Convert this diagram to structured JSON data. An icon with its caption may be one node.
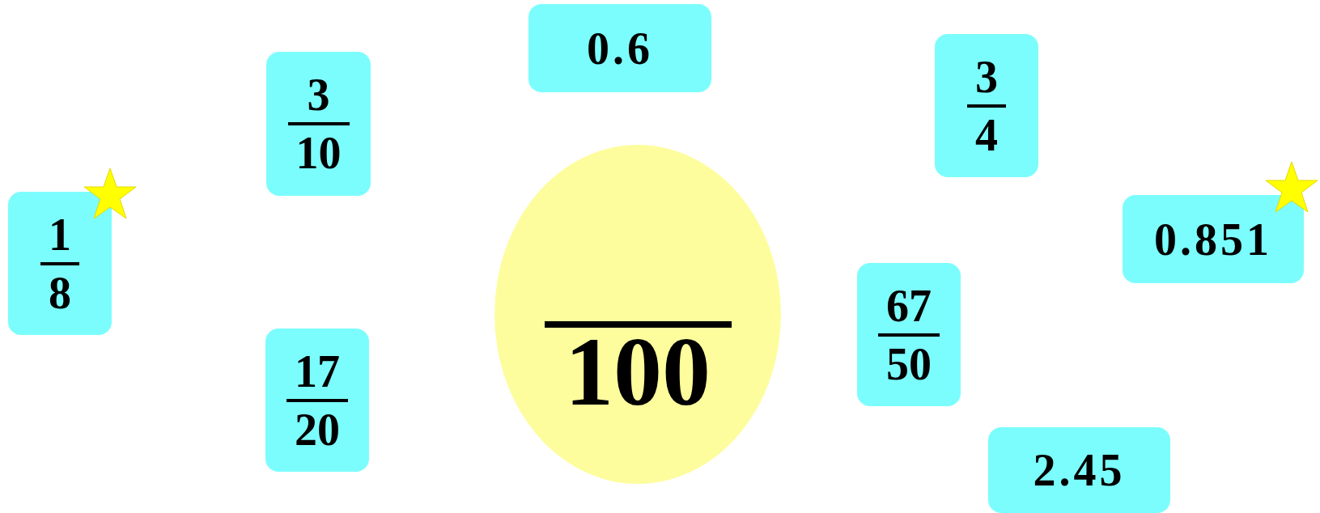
{
  "diagram": {
    "nodes": [
      {
        "text": [
          "1",
          "8"
        ]
      },
      {
        "text": [
          "3",
          "10"
        ]
      },
      {
        "text": [
          "0.6"
        ]
      },
      {
        "text": [
          "17",
          "20"
        ]
      },
      {
        "text": [
          "100"
        ]
      },
      {
        "text": [
          "3",
          "4"
        ]
      },
      {
        "text": [
          "67",
          "50"
        ]
      },
      {
        "text": [
          "0.851"
        ]
      },
      {
        "text": [
          "2.45"
        ]
      }
    ]
  }
}
